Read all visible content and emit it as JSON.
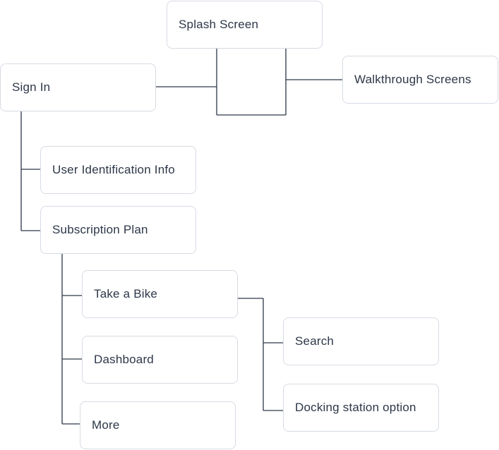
{
  "nodes": {
    "splash": "Splash Screen",
    "walkthrough": "Walkthrough Screens",
    "signin": "Sign In",
    "user_info": "User Identification Info",
    "subscription": "Subscription Plan",
    "take_bike": "Take a Bike",
    "dashboard": "Dashboard",
    "more": "More",
    "search": "Search",
    "docking": "Docking station option"
  },
  "colors": {
    "line": "#2d3748",
    "border": "#d6dbe3",
    "text": "#2d3748"
  }
}
